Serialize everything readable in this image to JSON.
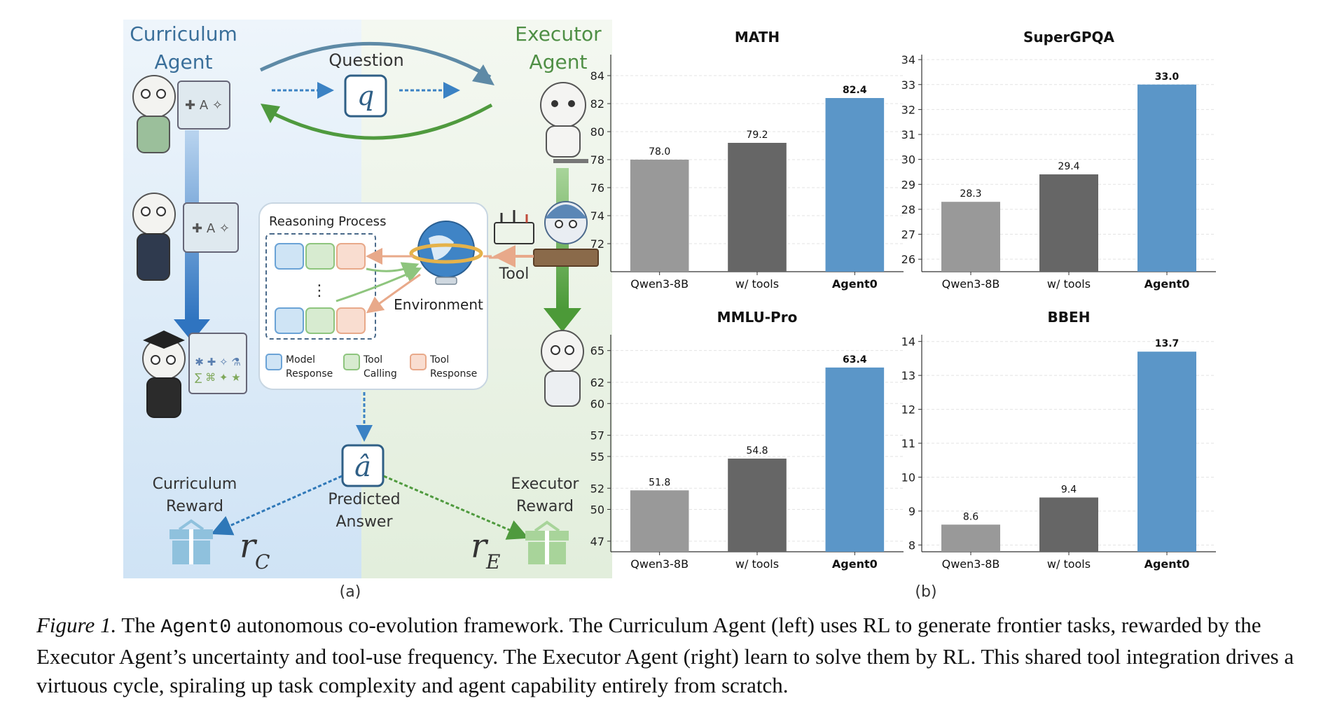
{
  "panel_a": {
    "curriculum_agent": "Curriculum\nAgent",
    "executor_agent": "Executor\nAgent",
    "question": "Question",
    "question_symbol": "q",
    "reasoning_title": "Reasoning Process",
    "environment": "Environment",
    "tool_label": "Tool",
    "legend": {
      "model_response": "Model\nResponse",
      "tool_calling": "Tool\nCalling",
      "tool_response": "Tool\nResponse"
    },
    "answer_symbol": "â",
    "predicted_answer": "Predicted\nAnswer",
    "curriculum_reward": "Curriculum\nReward",
    "executor_reward": "Executor\nReward",
    "r_c": "r",
    "r_c_sub": "C",
    "r_e": "r",
    "r_e_sub": "E",
    "label": "(a)",
    "colors": {
      "blue_bg": "#d6e8f7",
      "green_bg": "#e7f1e2",
      "blue": "#4a88c7",
      "green": "#5ea34a"
    }
  },
  "panel_b_label": "(b)",
  "chart_data": [
    {
      "type": "bar",
      "title": "MATH",
      "categories": [
        "Qwen3-8B",
        "w/ tools",
        "Agent0"
      ],
      "values": [
        78.0,
        79.2,
        82.4
      ],
      "labels": [
        "78.0",
        "79.2",
        "82.4"
      ],
      "ylim": [
        70,
        85.5
      ],
      "yticks": [
        72,
        74,
        76,
        78,
        80,
        82,
        84
      ],
      "grid": true
    },
    {
      "type": "bar",
      "title": "SuperGPQA",
      "categories": [
        "Qwen3-8B",
        "w/ tools",
        "Agent0"
      ],
      "values": [
        28.3,
        29.4,
        33.0
      ],
      "labels": [
        "28.3",
        "29.4",
        "33.0"
      ],
      "ylim": [
        25.5,
        34.2
      ],
      "yticks": [
        26,
        27,
        28,
        29,
        30,
        31,
        32,
        33,
        34
      ],
      "grid": true
    },
    {
      "type": "bar",
      "title": "MMLU-Pro",
      "categories": [
        "Qwen3-8B",
        "w/ tools",
        "Agent0"
      ],
      "values": [
        51.8,
        54.8,
        63.4
      ],
      "labels": [
        "51.8",
        "54.8",
        "63.4"
      ],
      "ylim": [
        46,
        66.5
      ],
      "yticks": [
        47,
        50,
        52,
        55,
        57,
        60,
        62,
        65
      ],
      "grid": true
    },
    {
      "type": "bar",
      "title": "BBEH",
      "categories": [
        "Qwen3-8B",
        "w/ tools",
        "Agent0"
      ],
      "values": [
        8.6,
        9.4,
        13.7
      ],
      "labels": [
        "8.6",
        "9.4",
        "13.7"
      ],
      "ylim": [
        7.8,
        14.2
      ],
      "yticks": [
        8,
        9,
        10,
        11,
        12,
        13,
        14
      ],
      "grid": true
    }
  ],
  "bar_colors": [
    "#999999",
    "#666666",
    "#5b96c8"
  ],
  "caption": {
    "fig": "Figure 1.",
    "pre": " The ",
    "code": "Agent0",
    "rest": " autonomous co-evolution framework. The Curriculum Agent (left) uses RL to generate frontier tasks, rewarded by the Executor Agent’s uncertainty and tool-use frequency. The Executor Agent (right) learn to solve them by RL. This shared tool integration drives a virtuous cycle, spiraling up task complexity and agent capability entirely from scratch."
  }
}
